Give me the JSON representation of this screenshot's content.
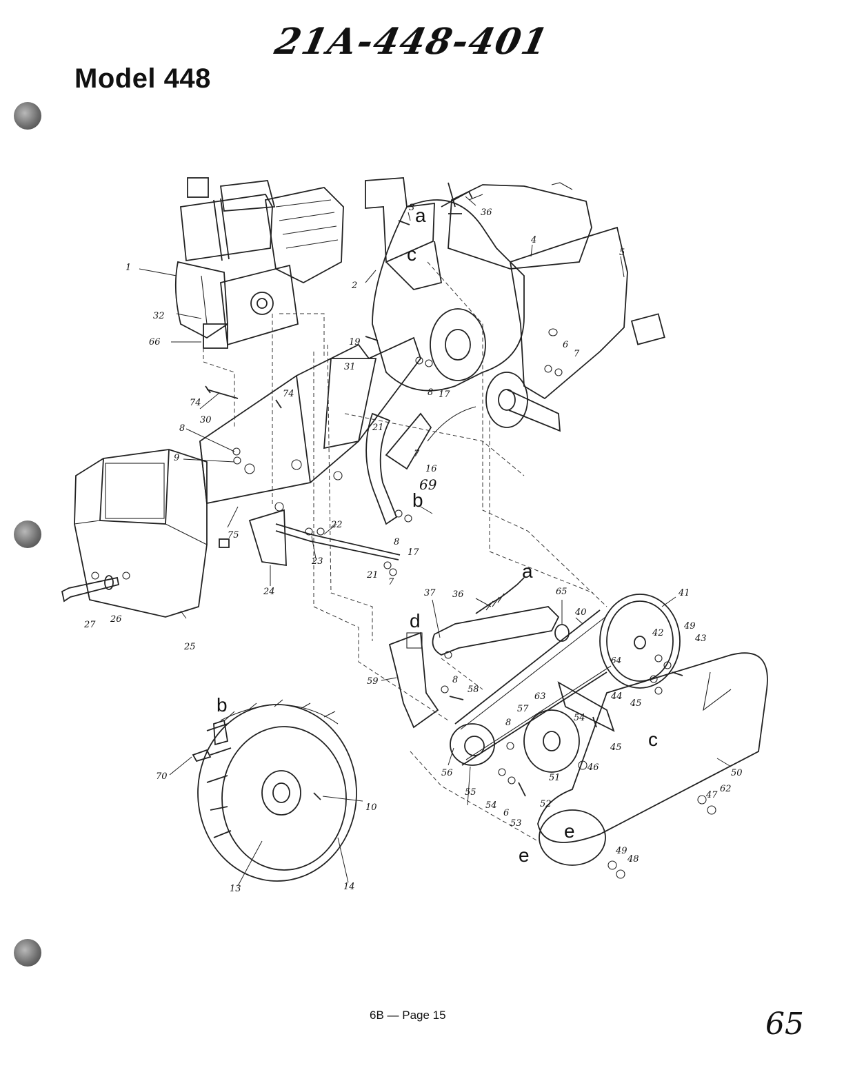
{
  "header": {
    "title": "Model 448",
    "handwritten_number": "21A-448-401"
  },
  "footer": {
    "page_label": "6B — Page 15",
    "handwritten_mark": "65"
  },
  "callouts": [
    {
      "id": "c1",
      "text": "1"
    },
    {
      "id": "c2",
      "text": "2"
    },
    {
      "id": "c3",
      "text": "3"
    },
    {
      "id": "c4",
      "text": "4"
    },
    {
      "id": "c5",
      "text": "5"
    },
    {
      "id": "c6a",
      "text": "6"
    },
    {
      "id": "c7a",
      "text": "7"
    },
    {
      "id": "c8a",
      "text": "8"
    },
    {
      "id": "c17a",
      "text": "17"
    },
    {
      "id": "c19",
      "text": "19"
    },
    {
      "id": "c31",
      "text": "31"
    },
    {
      "id": "c32",
      "text": "32"
    },
    {
      "id": "c66",
      "text": "66"
    },
    {
      "id": "c74a",
      "text": "74"
    },
    {
      "id": "c74b",
      "text": "74"
    },
    {
      "id": "c30",
      "text": "30"
    },
    {
      "id": "c8b",
      "text": "8"
    },
    {
      "id": "c9",
      "text": "9"
    },
    {
      "id": "c21a",
      "text": "21"
    },
    {
      "id": "c7b",
      "text": "7"
    },
    {
      "id": "c16",
      "text": "16"
    },
    {
      "id": "c69",
      "text": "69"
    },
    {
      "id": "c8c",
      "text": "8"
    },
    {
      "id": "c17b",
      "text": "17"
    },
    {
      "id": "c22",
      "text": "22"
    },
    {
      "id": "c23",
      "text": "23"
    },
    {
      "id": "c21b",
      "text": "21"
    },
    {
      "id": "c7c",
      "text": "7"
    },
    {
      "id": "c75",
      "text": "75"
    },
    {
      "id": "c24",
      "text": "24"
    },
    {
      "id": "c27",
      "text": "27"
    },
    {
      "id": "c26",
      "text": "26"
    },
    {
      "id": "c25",
      "text": "25"
    },
    {
      "id": "c36a",
      "text": "36"
    },
    {
      "id": "c36b",
      "text": "36"
    },
    {
      "id": "c37",
      "text": "37"
    },
    {
      "id": "c65",
      "text": "65"
    },
    {
      "id": "c40",
      "text": "40"
    },
    {
      "id": "c41",
      "text": "41"
    },
    {
      "id": "c42",
      "text": "42"
    },
    {
      "id": "c49a",
      "text": "49"
    },
    {
      "id": "c43",
      "text": "43"
    },
    {
      "id": "c64",
      "text": "64"
    },
    {
      "id": "c59",
      "text": "59"
    },
    {
      "id": "c8d",
      "text": "8"
    },
    {
      "id": "c58",
      "text": "58"
    },
    {
      "id": "c63",
      "text": "63"
    },
    {
      "id": "c44",
      "text": "44"
    },
    {
      "id": "c45a",
      "text": "45"
    },
    {
      "id": "c57",
      "text": "57"
    },
    {
      "id": "c8e",
      "text": "8"
    },
    {
      "id": "c54a",
      "text": "54"
    },
    {
      "id": "c45b",
      "text": "45"
    },
    {
      "id": "c46",
      "text": "46"
    },
    {
      "id": "c51",
      "text": "51"
    },
    {
      "id": "c52",
      "text": "52"
    },
    {
      "id": "c56",
      "text": "56"
    },
    {
      "id": "c55",
      "text": "55"
    },
    {
      "id": "c54b",
      "text": "54"
    },
    {
      "id": "c6b",
      "text": "6"
    },
    {
      "id": "c53",
      "text": "53"
    },
    {
      "id": "c50",
      "text": "50"
    },
    {
      "id": "c47",
      "text": "47"
    },
    {
      "id": "c62",
      "text": "62"
    },
    {
      "id": "c49b",
      "text": "49"
    },
    {
      "id": "c48",
      "text": "48"
    },
    {
      "id": "c70",
      "text": "70"
    },
    {
      "id": "c10",
      "text": "10"
    },
    {
      "id": "c13",
      "text": "13"
    },
    {
      "id": "c14",
      "text": "14"
    }
  ],
  "reference_letters": [
    {
      "id": "la1",
      "text": "a"
    },
    {
      "id": "lc1",
      "text": "c"
    },
    {
      "id": "lb1",
      "text": "b"
    },
    {
      "id": "la2",
      "text": "a"
    },
    {
      "id": "ld",
      "text": "d"
    },
    {
      "id": "lb2",
      "text": "b"
    },
    {
      "id": "lc2",
      "text": "c"
    },
    {
      "id": "le1",
      "text": "e"
    },
    {
      "id": "le2",
      "text": "e"
    }
  ]
}
